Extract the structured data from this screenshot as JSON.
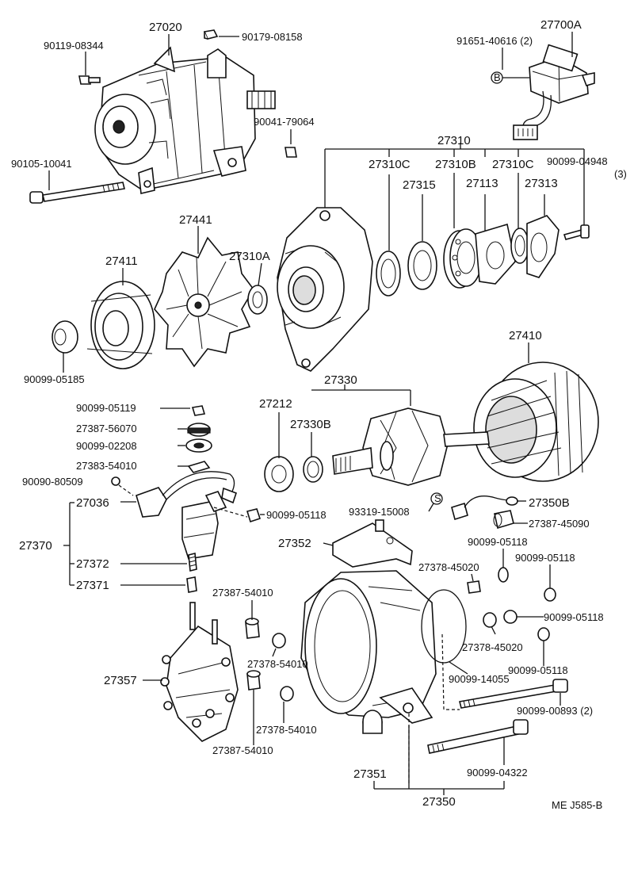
{
  "diagram": {
    "footer_code": "ME J585-B",
    "labels": {
      "p27020": "27020",
      "p90119_08344": "90119-08344",
      "p90179_08158": "90179-08158",
      "p27700A": "27700A",
      "p91651_40616": "91651-40616 (2)",
      "markB": "B",
      "p90041_79064": "90041-79064",
      "p90105_10041": "90105-10041",
      "p27310": "27310",
      "p27310C_a": "27310C",
      "p27310B": "27310B",
      "p27310C_b": "27310C",
      "p90099_04948": "90099-04948",
      "q3": "(3)",
      "p27315": "27315",
      "p27113": "27113",
      "p27313": "27313",
      "p27441": "27441",
      "p27411": "27411",
      "p27310A": "27310A",
      "p90099_05185": "90099-05185",
      "p27410": "27410",
      "p27330": "27330",
      "p27212": "27212",
      "p27330B": "27330B",
      "p90099_05119": "90099-05119",
      "p27387_56070": "27387-56070",
      "p90099_02208": "90099-02208",
      "p27383_54010": "27383-54010",
      "p90090_80509": "90090-80509",
      "p27036": "27036",
      "p90099_05118_a": "90099-05118",
      "p93319_15008": "93319-15008",
      "markS": "S",
      "p27350B": "27350B",
      "p27387_45090": "27387-45090",
      "p27370": "27370",
      "p27352": "27352",
      "p90099_05118_b": "90099-05118",
      "p90099_05118_c": "90099-05118",
      "p27378_45020_a": "27378-45020",
      "p27372": "27372",
      "p27371": "27371",
      "p27387_54010_a": "27387-54010",
      "p90099_05118_d": "90099-05118",
      "p27378_45020_b": "27378-45020",
      "p27378_54010_a": "27378-54010",
      "p90099_05118_e": "90099-05118",
      "p27357": "27357",
      "p90099_14055": "90099-14055",
      "p90099_00893": "90099-00893 (2)",
      "p27378_54010_b": "27378-54010",
      "p27387_54010_b": "27387-54010",
      "p27351": "27351",
      "p90099_04322": "90099-04322",
      "p27350": "27350"
    }
  }
}
